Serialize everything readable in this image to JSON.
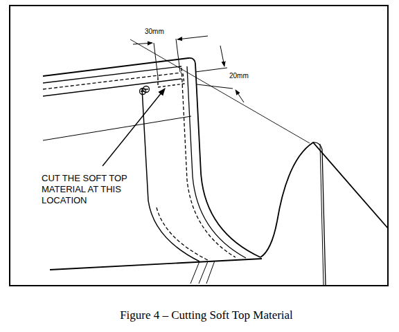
{
  "diagram": {
    "caption": "Figure 4 – Cutting Soft Top Material",
    "labels": [
      "30mm",
      "20mm",
      "CUT THE SOFT TOP MATERIAL AT THIS LOCATION"
    ]
  }
}
